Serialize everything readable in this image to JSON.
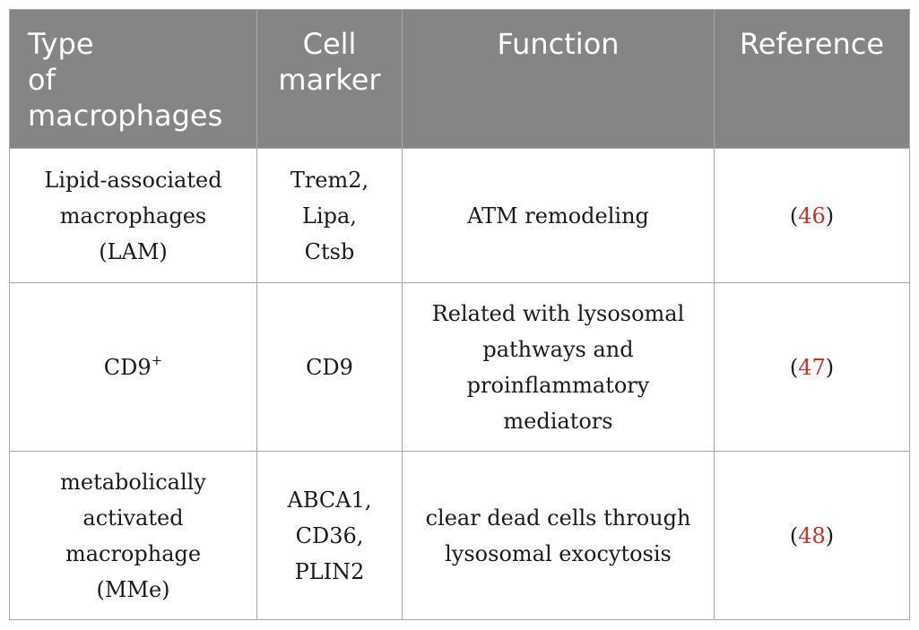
{
  "table": {
    "headers": {
      "type": [
        "Type",
        "of",
        "macrophages"
      ],
      "marker": [
        "Cell",
        "marker"
      ],
      "function": "Function",
      "reference": "Reference"
    },
    "rows": [
      {
        "type": [
          "Lipid-associated",
          "macrophages",
          "(LAM)"
        ],
        "marker": [
          "Trem2,",
          "Lipa, Ctsb"
        ],
        "function": [
          "ATM remodeling"
        ],
        "ref_open": "(",
        "ref_num": "46",
        "ref_close": ")"
      },
      {
        "type_base": "CD9",
        "type_sup": "+",
        "marker": [
          "CD9"
        ],
        "function": [
          "Related with lysosomal",
          "pathways and",
          "proinflammatory",
          "mediators"
        ],
        "ref_open": "(",
        "ref_num": "47",
        "ref_close": ")"
      },
      {
        "type": [
          "metabolically",
          "activated",
          "macrophage",
          "(MMe)"
        ],
        "marker": [
          "ABCA1,",
          "CD36,",
          "PLIN2"
        ],
        "function": [
          "clear dead cells through",
          "lysosomal exocytosis"
        ],
        "ref_open": "(",
        "ref_num": "48",
        "ref_close": ")"
      }
    ],
    "colors": {
      "header_bg": "#858585",
      "header_text": "#ffffff",
      "border": "#a8a8a8",
      "reference_link": "#c2332e"
    }
  }
}
